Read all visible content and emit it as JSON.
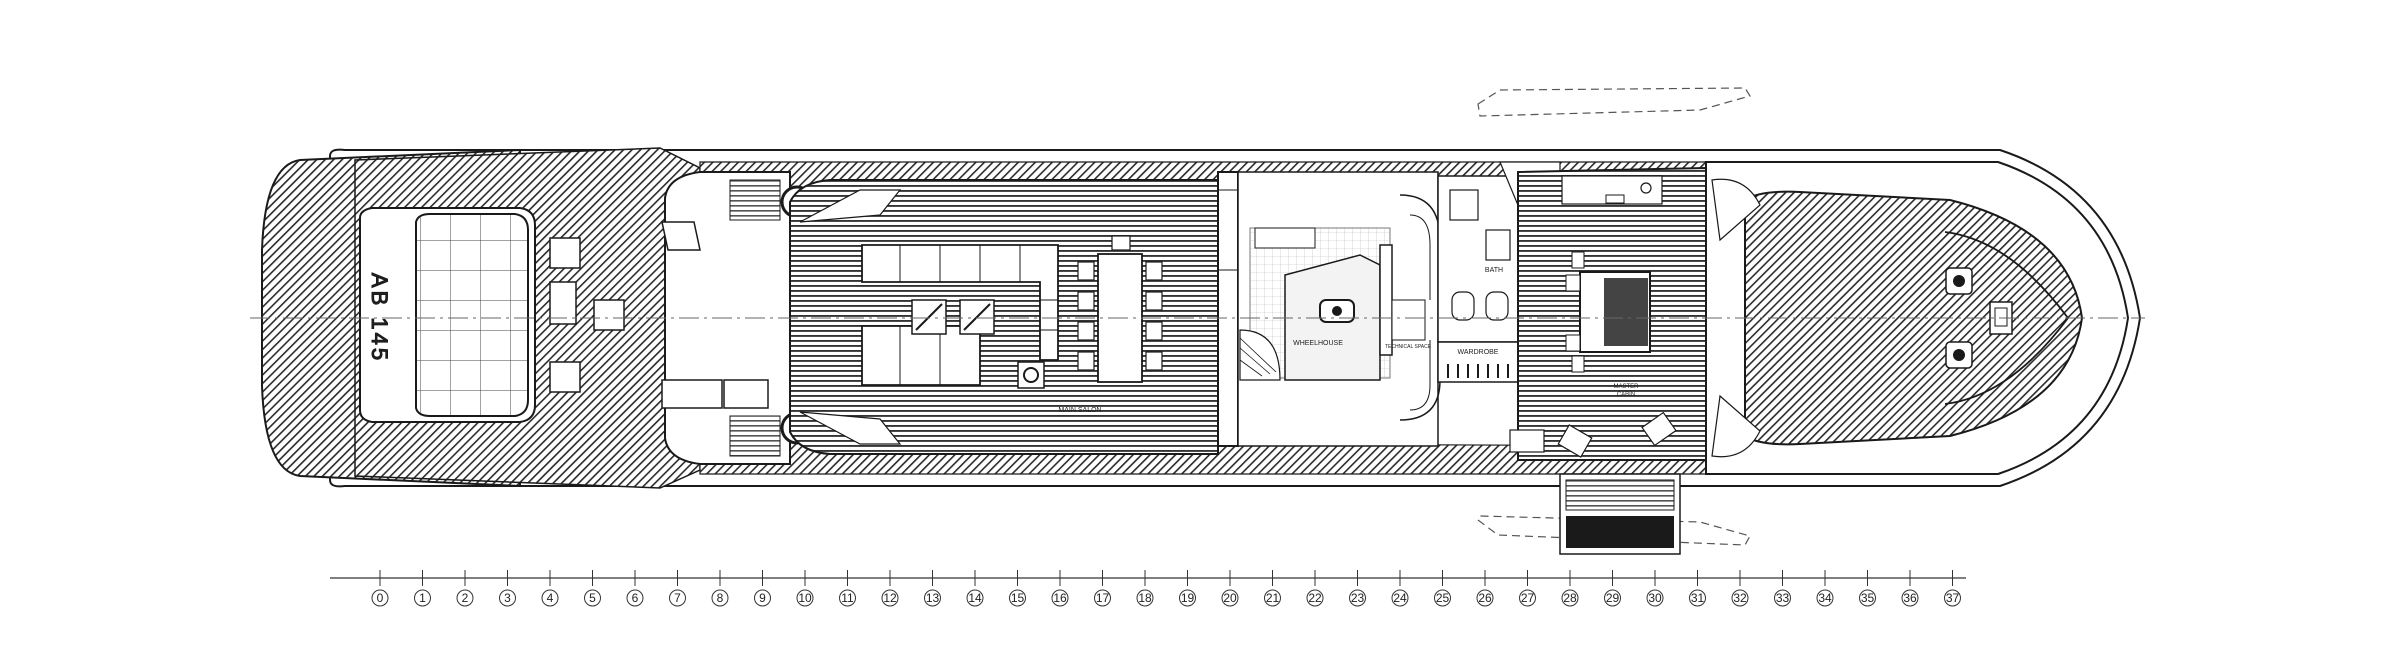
{
  "hull_mark": "AB 145",
  "rooms": {
    "main_salon": "MAIN SALON",
    "wheelhouse": "WHEELHOUSE",
    "wardrobe": "WARDROBE",
    "bath": "BATH",
    "master_cabin_line1": "MASTER",
    "master_cabin_line2": "CABIN",
    "technical_space": "TECHNICAL SPACE"
  },
  "frame_scale": {
    "labels": [
      "0",
      "1",
      "2",
      "3",
      "4",
      "5",
      "6",
      "7",
      "8",
      "9",
      "10",
      "11",
      "12",
      "13",
      "14",
      "15",
      "16",
      "17",
      "18",
      "19",
      "20",
      "21",
      "22",
      "23",
      "24",
      "25",
      "26",
      "27",
      "28",
      "29",
      "30",
      "31",
      "32",
      "33",
      "34",
      "35",
      "36",
      "37"
    ]
  },
  "colors": {
    "line": "#1a1a1a",
    "hatch": "#3a3a3a",
    "floor": "#2c2c2c",
    "paper": "#ffffff"
  }
}
